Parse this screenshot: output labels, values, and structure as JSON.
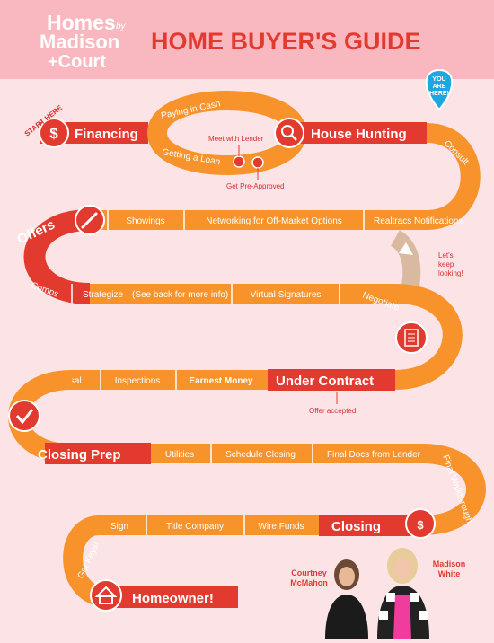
{
  "header": {
    "logo_lines": [
      "Homes",
      "by",
      "Madison",
      "+Court"
    ],
    "title": "HOME BUYER'S GUIDE"
  },
  "road": {
    "start_here": "START HERE",
    "you_are_here": [
      "YOU",
      "ARE",
      "HERE!"
    ],
    "financing": "Financing",
    "paying_in_cash": "Paying in Cash",
    "getting_a_loan": "Getting a Loan",
    "meet_with_lender": "Meet with Lender",
    "get_pre_approved": "Get Pre-Approved",
    "house_hunting": "House Hunting",
    "consult": "Consult",
    "realtracs": "Realtracs Notifications",
    "networking": "Networking for Off-Market Options",
    "showings": "Showings",
    "offers": "Offers",
    "lets_keep_looking": [
      "Let's",
      "keep",
      "looking!"
    ],
    "comps": "Comps",
    "strategize": "Strategize",
    "strategize_note": "(See back for more info)",
    "virtual_signatures": "Virtual Signatures",
    "negotiate": "Negotiate",
    "under_contract": "Under Contract",
    "offer_accepted": "Offer accepted",
    "earnest_money": "Earnest Money",
    "inspections": "Inspections",
    "appraisal": "Appraisal",
    "closing_prep": "Closing Prep",
    "utilities": "Utilities",
    "schedule_closing": "Schedule Closing",
    "final_docs": "Final Docs from Lender",
    "final_walkthrough": "Final Walkthrough",
    "closing": "Closing",
    "wire_funds": "Wire Funds",
    "title_company": "Title Company",
    "sign": "Sign",
    "get_keys": "Get Keys!",
    "homeowner": "Homeowner!"
  },
  "people": {
    "courtney": [
      "Courtney",
      "McMahon"
    ],
    "madison": [
      "Madison",
      "White"
    ]
  },
  "colors": {
    "orange": "#f7932a",
    "red": "#e33a30",
    "beige": "#d9b9a0",
    "pink_bg": "#fce4e6",
    "header_bg": "#f9b8bf",
    "pin_blue": "#1da7e0"
  }
}
